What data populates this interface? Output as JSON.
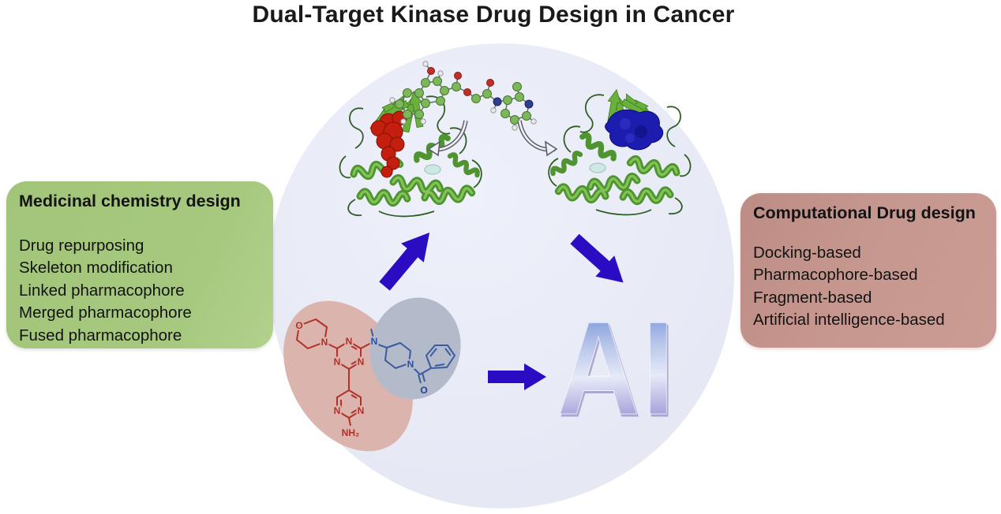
{
  "title": "Dual-Target Kinase Drug Design in Cancer",
  "left_box": {
    "heading": "Medicinal chemistry design",
    "items": [
      "Drug repurposing",
      "Skeleton modification",
      "Linked pharmacophore",
      "Merged pharmacophore",
      "Fused pharmacophore"
    ]
  },
  "right_box": {
    "heading": "Computational Drug design",
    "items": [
      "Docking-based",
      "Pharmacophore-based",
      "Fragment-based",
      "Artificial intelligence-based"
    ]
  },
  "center": {
    "ai_label": "AI",
    "molecule": {
      "red_labels": [
        "O",
        "N",
        "N",
        "N",
        "N",
        "N",
        "N",
        "NH₂"
      ],
      "blue_labels": [
        "N",
        "N",
        "O"
      ]
    }
  },
  "colors": {
    "left_box_bg": "#a5c77e",
    "right_box_bg": "#c6978f",
    "circle_bg": "#e8eaf6",
    "arrow_blue": "#2b0cc2",
    "protein_green": "#4f9431",
    "binding_site_red": "#c41e0e",
    "binding_site_blue": "#1c1cae",
    "pink_ellipse": "#dcb4ae",
    "gray_ellipse": "#b3bac9",
    "red_structure": "#b13028",
    "blue_structure": "#3b5aa0",
    "ai_gradient_top": "#7e99d8",
    "ai_gradient_bottom": "#9b93d4"
  }
}
